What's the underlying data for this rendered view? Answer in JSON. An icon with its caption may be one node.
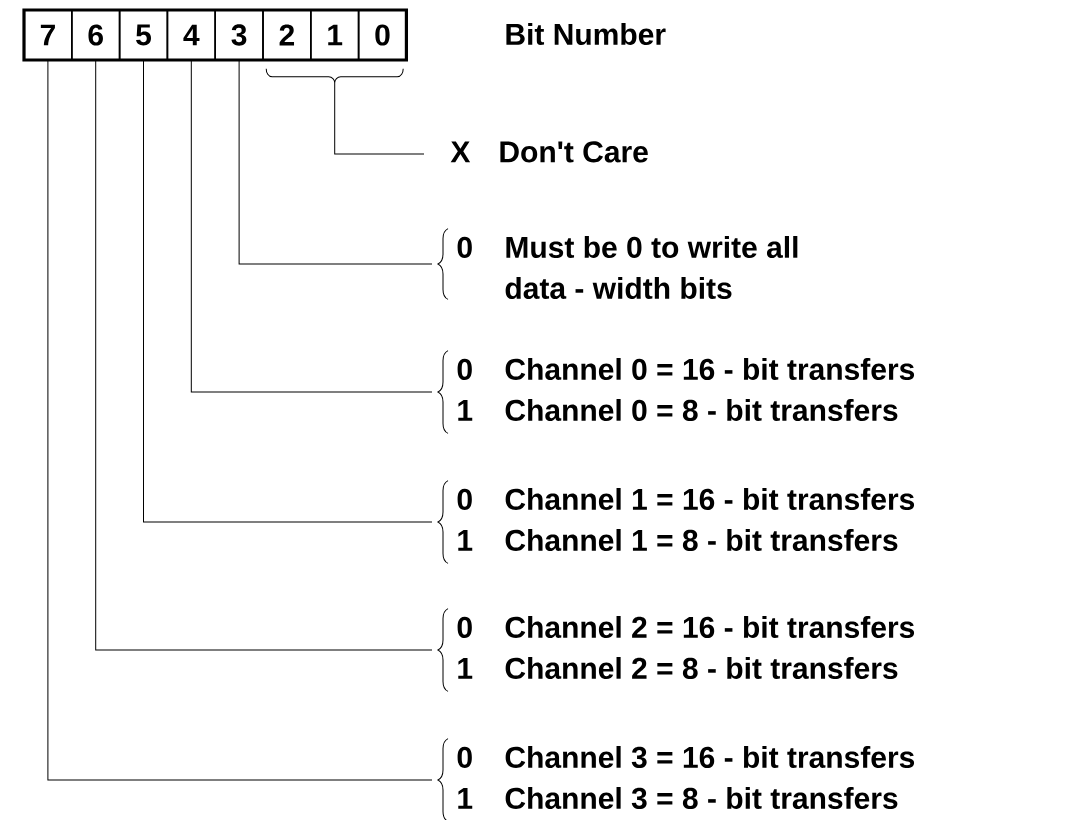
{
  "diagram": {
    "nodes": [
      {
        "text": [
          "7"
        ]
      },
      {
        "text": [
          "6"
        ]
      },
      {
        "text": [
          "5"
        ]
      },
      {
        "text": [
          "4"
        ]
      },
      {
        "text": [
          "3"
        ]
      },
      {
        "text": [
          "2"
        ]
      },
      {
        "text": [
          "1"
        ]
      },
      {
        "text": [
          "0"
        ]
      },
      {
        "text": [
          "X",
          "Don't Care"
        ]
      },
      {
        "text": [
          "0",
          "Must be 0 to write all data - width bits"
        ]
      },
      {
        "text": [
          "0",
          "Channel 0 = 16 - bit transfers",
          "1",
          "Channel 0 = 8 - bit transfers"
        ]
      },
      {
        "text": [
          "0",
          "Channel 1 = 16 - bit transfers",
          "1",
          "Channel 1 = 8 - bit transfers"
        ]
      },
      {
        "text": [
          "0",
          "Channel 2 = 16 - bit transfers",
          "1",
          "Channel 2 = 8 - bit transfers"
        ]
      },
      {
        "text": [
          "0",
          "Channel 3 = 16 - bit transfers",
          "1",
          "Channel 3 = 8 - bit transfers"
        ]
      }
    ],
    "edges": [
      {
        "from": 5,
        "to": 8,
        "arrow": "none"
      },
      {
        "from": 6,
        "to": 8,
        "arrow": "none"
      },
      {
        "from": 7,
        "to": 8,
        "arrow": "none"
      },
      {
        "from": 4,
        "to": 9,
        "arrow": "none"
      },
      {
        "from": 3,
        "to": 10,
        "arrow": "none"
      },
      {
        "from": 2,
        "to": 11,
        "arrow": "none"
      },
      {
        "from": 1,
        "to": 12,
        "arrow": "none"
      },
      {
        "from": 0,
        "to": 13,
        "arrow": "none"
      }
    ],
    "labels": [
      "Bit Number"
    ]
  }
}
